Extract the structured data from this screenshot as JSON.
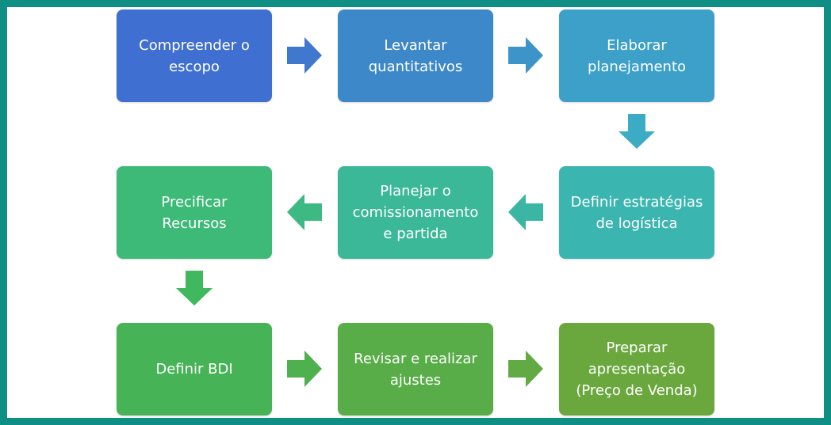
{
  "steps": {
    "s1": {
      "label": "Compreender  o\nescopo",
      "color": "#3f6fd0"
    },
    "s2": {
      "label": "Levantar\nquantitativos",
      "color": "#3d88c9"
    },
    "s3": {
      "label": "Elaborar\nplanejamento",
      "color": "#3ca0c9"
    },
    "s4": {
      "label": "Definir estratégias\nde logística",
      "color": "#3bb5b0"
    },
    "s5": {
      "label": "Planejar o\ncomissionamento\ne partida",
      "color": "#3bb898"
    },
    "s6": {
      "label": "Precificar\nRecursos",
      "color": "#3dba78"
    },
    "s7": {
      "label": "Definir BDI",
      "color": "#46b356"
    },
    "s8": {
      "label": "Revisar e realizar\najustes",
      "color": "#58ad48"
    },
    "s9": {
      "label": "Preparar\napresentação\n(Preço de Venda)",
      "color": "#6aa83e"
    }
  },
  "arrows": {
    "a1": "#3f78cc",
    "a2": "#3d94c9",
    "a3": "#3cacc4",
    "a4": "#3bb6a4",
    "a5": "#3db984",
    "a6": "#3fb85e",
    "a7": "#4fb04e",
    "a8": "#62aa43"
  }
}
